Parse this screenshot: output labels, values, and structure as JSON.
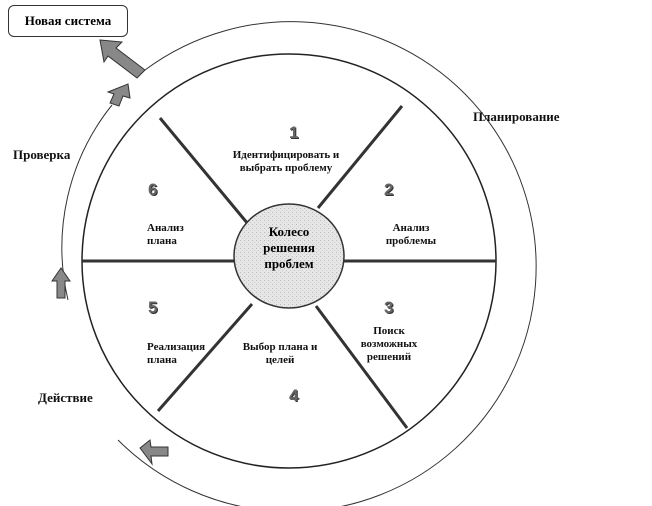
{
  "new_system": "Новая система",
  "phases": {
    "planning": "Планирование",
    "check": "Проверка",
    "action": "Действие"
  },
  "center": "Колесо решения проблем",
  "steps": [
    {
      "num": "1",
      "text": "Идентифицировать и выбрать проблему"
    },
    {
      "num": "2",
      "text": "Анализ проблемы"
    },
    {
      "num": "3",
      "text": "Поиск возможных решений"
    },
    {
      "num": "4",
      "text": "Выбор плана и целей"
    },
    {
      "num": "5",
      "text": "Реализация плана"
    },
    {
      "num": "6",
      "text": "Анализ плана"
    }
  ]
}
